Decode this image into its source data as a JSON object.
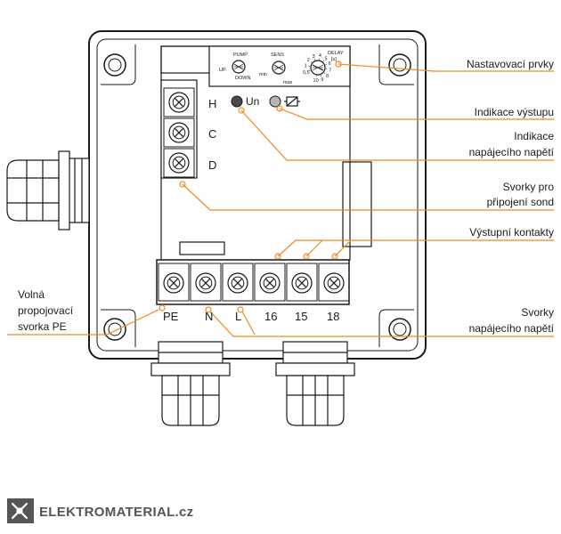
{
  "colors": {
    "leader": "#f08a1c",
    "outline": "#1a1a1a",
    "logo": "#555555"
  },
  "control_labels": {
    "pump": "PUMP",
    "up": "UP",
    "down": "DOWN",
    "sens": "SENS",
    "min": "min",
    "max": "max",
    "delay": "DELAY",
    "delay_unit": "[s]",
    "delay_scale": [
      "0,5",
      "1",
      "2",
      "3",
      "4",
      "5",
      "6",
      "7",
      "8",
      "9",
      "10"
    ]
  },
  "indicators": {
    "un": "Un"
  },
  "probe_terminals": [
    "H",
    "C",
    "D"
  ],
  "bottom_terminals": [
    "PE",
    "N",
    "L",
    "16",
    "15",
    "18"
  ],
  "callouts": {
    "settings": "Nastavovací prvky",
    "output_indication": "Indikace výstupu",
    "supply_indication_1": "Indikace",
    "supply_indication_2": "napájecího napětí",
    "probe_terminals_1": "Svorky pro",
    "probe_terminals_2": "připojení sond",
    "output_contacts": "Výstupní kontakty",
    "supply_terminals_1": "Svorky",
    "supply_terminals_2": "napájecího napětí",
    "pe_terminal_1": "Volná",
    "pe_terminal_2": "propojovací",
    "pe_terminal_3": "svorka PE"
  },
  "logo": {
    "text": "ELEKTROMATERIAL.cz",
    "icon": "pliers-icon"
  }
}
